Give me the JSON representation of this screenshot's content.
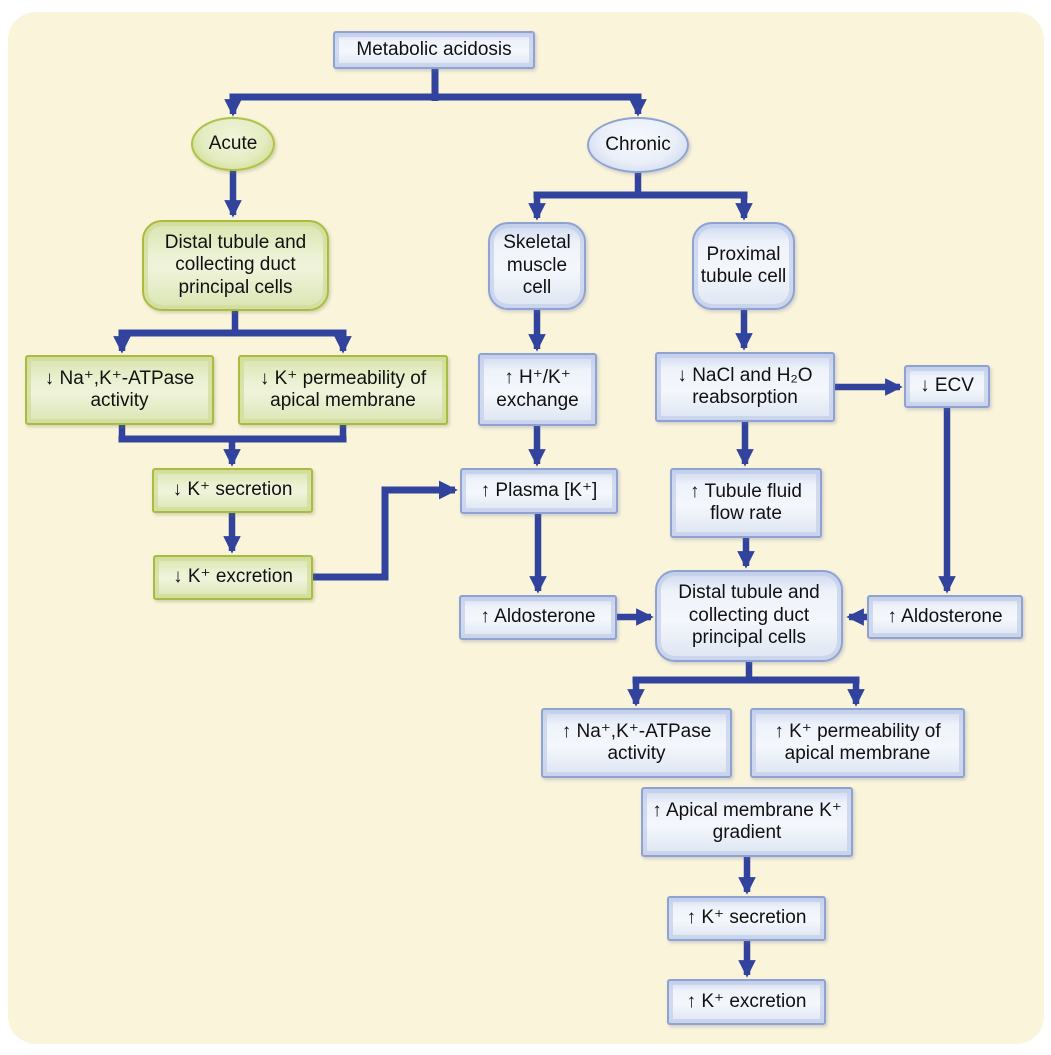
{
  "figure": {
    "root_label": "Metabolic acidosis"
  },
  "colors": {
    "panel_background": "#FAF4DB",
    "arrow": "#31439C",
    "blue_node_border": "#8FA2D1",
    "blue_node_fill": "#E9EEF8",
    "green_node_border": "#A9BC3F",
    "green_node_fill": "#E6EDC6",
    "text": "#111111"
  },
  "nodes": {
    "metabolic_acidosis": {
      "label": "Metabolic acidosis"
    },
    "acute": {
      "label": "Acute"
    },
    "chronic": {
      "label": "Chronic"
    },
    "acute_principal_cells": {
      "label": "Distal tubule and collecting duct principal cells"
    },
    "dec_na_k_atpase": {
      "label": "↓ Na⁺,K⁺-ATPase activity"
    },
    "dec_k_permeability": {
      "label": "↓ K⁺ permeability of apical membrane"
    },
    "dec_k_secretion": {
      "label": "↓ K⁺ secretion"
    },
    "dec_k_excretion": {
      "label": "↓ K⁺ excretion"
    },
    "skeletal_muscle_cell": {
      "label": "Skeletal muscle cell"
    },
    "proximal_tubule_cell": {
      "label": "Proximal tubule cell"
    },
    "inc_h_k_exchange": {
      "label": "↑ H⁺/K⁺ exchange"
    },
    "dec_nacl_h2o_reabsorption": {
      "label": "↓ NaCl and H₂O reabsorption"
    },
    "dec_ecv": {
      "label": "↓ ECV"
    },
    "inc_plasma_k": {
      "label": "↑ Plasma [K⁺]"
    },
    "inc_tubule_fluid_flow": {
      "label": "↑ Tubule fluid flow rate"
    },
    "inc_aldosterone_left": {
      "label": "↑ Aldosterone"
    },
    "chronic_principal_cells": {
      "label": "Distal tubule and collecting duct principal cells"
    },
    "inc_aldosterone_right": {
      "label": "↑ Aldosterone"
    },
    "inc_na_k_atpase": {
      "label": "↑ Na⁺,K⁺-ATPase activity"
    },
    "inc_k_permeability": {
      "label": "↑ K⁺ permeability of apical membrane"
    },
    "inc_apical_k_gradient": {
      "label": "↑ Apical membrane K⁺ gradient"
    },
    "inc_k_secretion": {
      "label": "↑ K⁺ secretion"
    },
    "inc_k_excretion": {
      "label": "↑ K⁺ excretion"
    }
  },
  "edges": [
    {
      "from": "metabolic_acidosis",
      "to": "acute"
    },
    {
      "from": "metabolic_acidosis",
      "to": "chronic"
    },
    {
      "from": "acute",
      "to": "acute_principal_cells"
    },
    {
      "from": "acute_principal_cells",
      "to": "dec_na_k_atpase"
    },
    {
      "from": "acute_principal_cells",
      "to": "dec_k_permeability"
    },
    {
      "from": "dec_na_k_atpase",
      "to": "dec_k_secretion"
    },
    {
      "from": "dec_k_permeability",
      "to": "dec_k_secretion"
    },
    {
      "from": "dec_k_secretion",
      "to": "dec_k_excretion"
    },
    {
      "from": "dec_k_excretion",
      "to": "inc_plasma_k"
    },
    {
      "from": "chronic",
      "to": "skeletal_muscle_cell"
    },
    {
      "from": "chronic",
      "to": "proximal_tubule_cell"
    },
    {
      "from": "skeletal_muscle_cell",
      "to": "inc_h_k_exchange"
    },
    {
      "from": "proximal_tubule_cell",
      "to": "dec_nacl_h2o_reabsorption"
    },
    {
      "from": "inc_h_k_exchange",
      "to": "inc_plasma_k"
    },
    {
      "from": "dec_nacl_h2o_reabsorption",
      "to": "dec_ecv"
    },
    {
      "from": "dec_nacl_h2o_reabsorption",
      "to": "inc_tubule_fluid_flow"
    },
    {
      "from": "inc_plasma_k",
      "to": "inc_aldosterone_left"
    },
    {
      "from": "inc_tubule_fluid_flow",
      "to": "chronic_principal_cells"
    },
    {
      "from": "inc_aldosterone_left",
      "to": "chronic_principal_cells"
    },
    {
      "from": "dec_ecv",
      "to": "inc_aldosterone_right"
    },
    {
      "from": "inc_aldosterone_right",
      "to": "chronic_principal_cells"
    },
    {
      "from": "chronic_principal_cells",
      "to": "inc_na_k_atpase"
    },
    {
      "from": "chronic_principal_cells",
      "to": "inc_k_permeability"
    },
    {
      "from": "inc_apical_k_gradient",
      "to": "inc_k_secretion"
    },
    {
      "from": "inc_k_secretion",
      "to": "inc_k_excretion"
    }
  ]
}
